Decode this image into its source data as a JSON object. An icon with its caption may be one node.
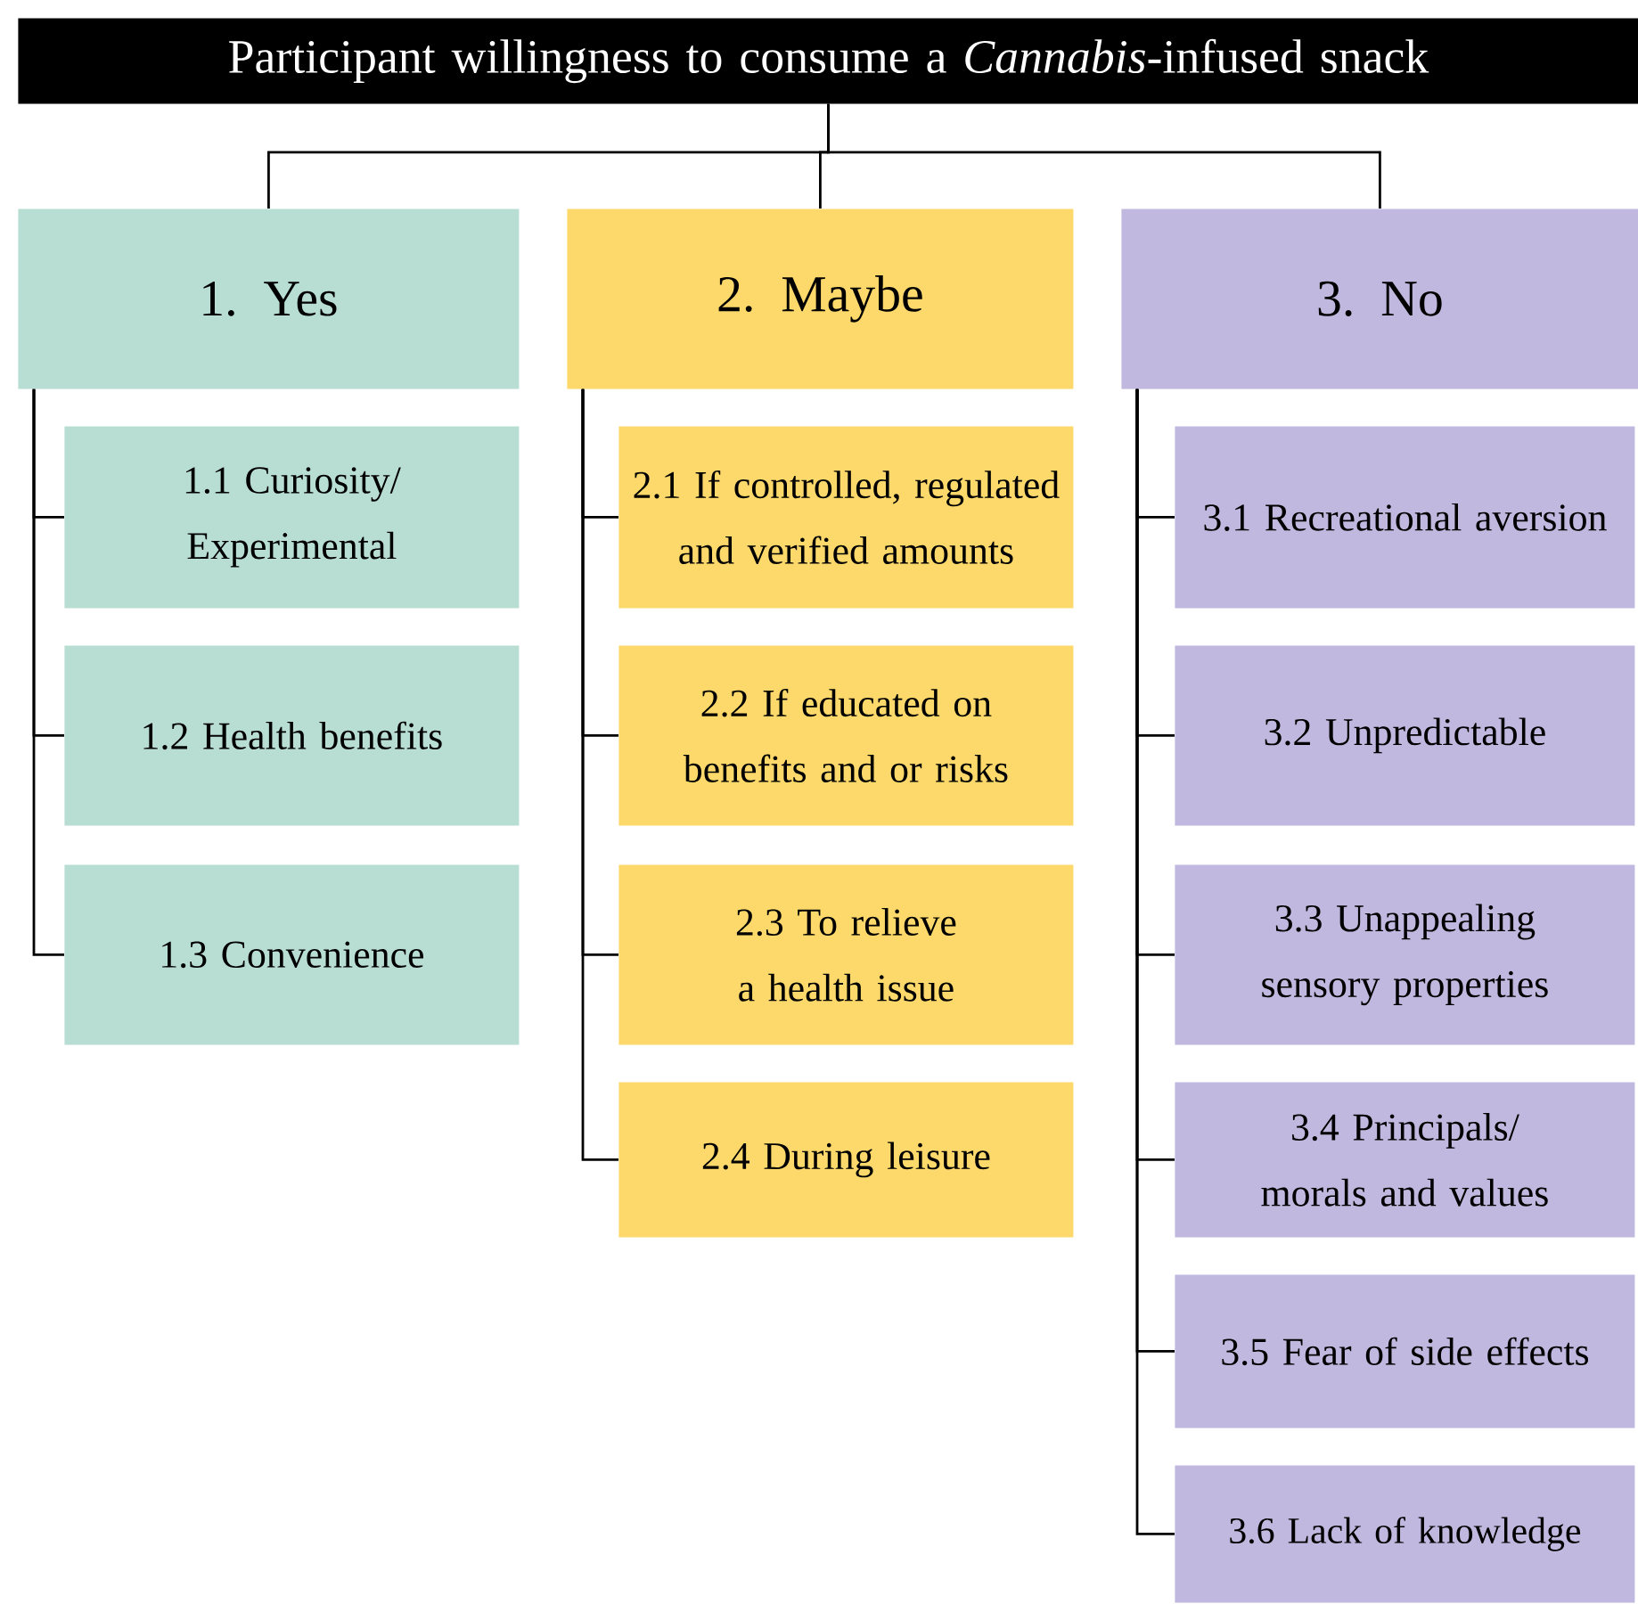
{
  "diagram": {
    "nodes": [
      {
        "text": [
          "Participant willingness to consume a *Cannabis*-infused snack"
        ]
      },
      {
        "text": [
          "1. Yes"
        ]
      },
      {
        "text": [
          "1.1 Curiosity/ Experimental"
        ]
      },
      {
        "text": [
          "1.2 Health benefits"
        ]
      },
      {
        "text": [
          "1.3 Convenience"
        ]
      },
      {
        "text": [
          "2. Maybe"
        ]
      },
      {
        "text": [
          "2.1 If controlled, regulated and verified amounts"
        ]
      },
      {
        "text": [
          "2.2 If educated on benefits and or risks"
        ]
      },
      {
        "text": [
          "2.3 To relieve a health issue"
        ]
      },
      {
        "text": [
          "2.4 During leisure"
        ]
      },
      {
        "text": [
          "3. No"
        ]
      },
      {
        "text": [
          "3.1 Recreational aversion"
        ]
      },
      {
        "text": [
          "3.2 Unpredictable"
        ]
      },
      {
        "text": [
          "3.3 Unappealing sensory properties"
        ]
      },
      {
        "text": [
          "3.4 Principals/ morals and values"
        ]
      },
      {
        "text": [
          "3.5 Fear of side effects"
        ]
      },
      {
        "text": [
          "3.6 Lack of knowledge"
        ]
      }
    ],
    "edges": [
      {
        "from": 0,
        "to": 1,
        "arrow": "none"
      },
      {
        "from": 0,
        "to": 5,
        "arrow": "none"
      },
      {
        "from": 0,
        "to": 10,
        "arrow": "none"
      },
      {
        "from": 1,
        "to": 2,
        "arrow": "none"
      },
      {
        "from": 1,
        "to": 3,
        "arrow": "none"
      },
      {
        "from": 1,
        "to": 4,
        "arrow": "none"
      },
      {
        "from": 5,
        "to": 6,
        "arrow": "none"
      },
      {
        "from": 5,
        "to": 7,
        "arrow": "none"
      },
      {
        "from": 5,
        "to": 8,
        "arrow": "none"
      },
      {
        "from": 5,
        "to": 9,
        "arrow": "none"
      },
      {
        "from": 10,
        "to": 11,
        "arrow": "none"
      },
      {
        "from": 10,
        "to": 12,
        "arrow": "none"
      },
      {
        "from": 10,
        "to": 13,
        "arrow": "none"
      },
      {
        "from": 10,
        "to": 14,
        "arrow": "none"
      },
      {
        "from": 10,
        "to": 15,
        "arrow": "none"
      },
      {
        "from": 10,
        "to": 16,
        "arrow": "none"
      }
    ]
  }
}
